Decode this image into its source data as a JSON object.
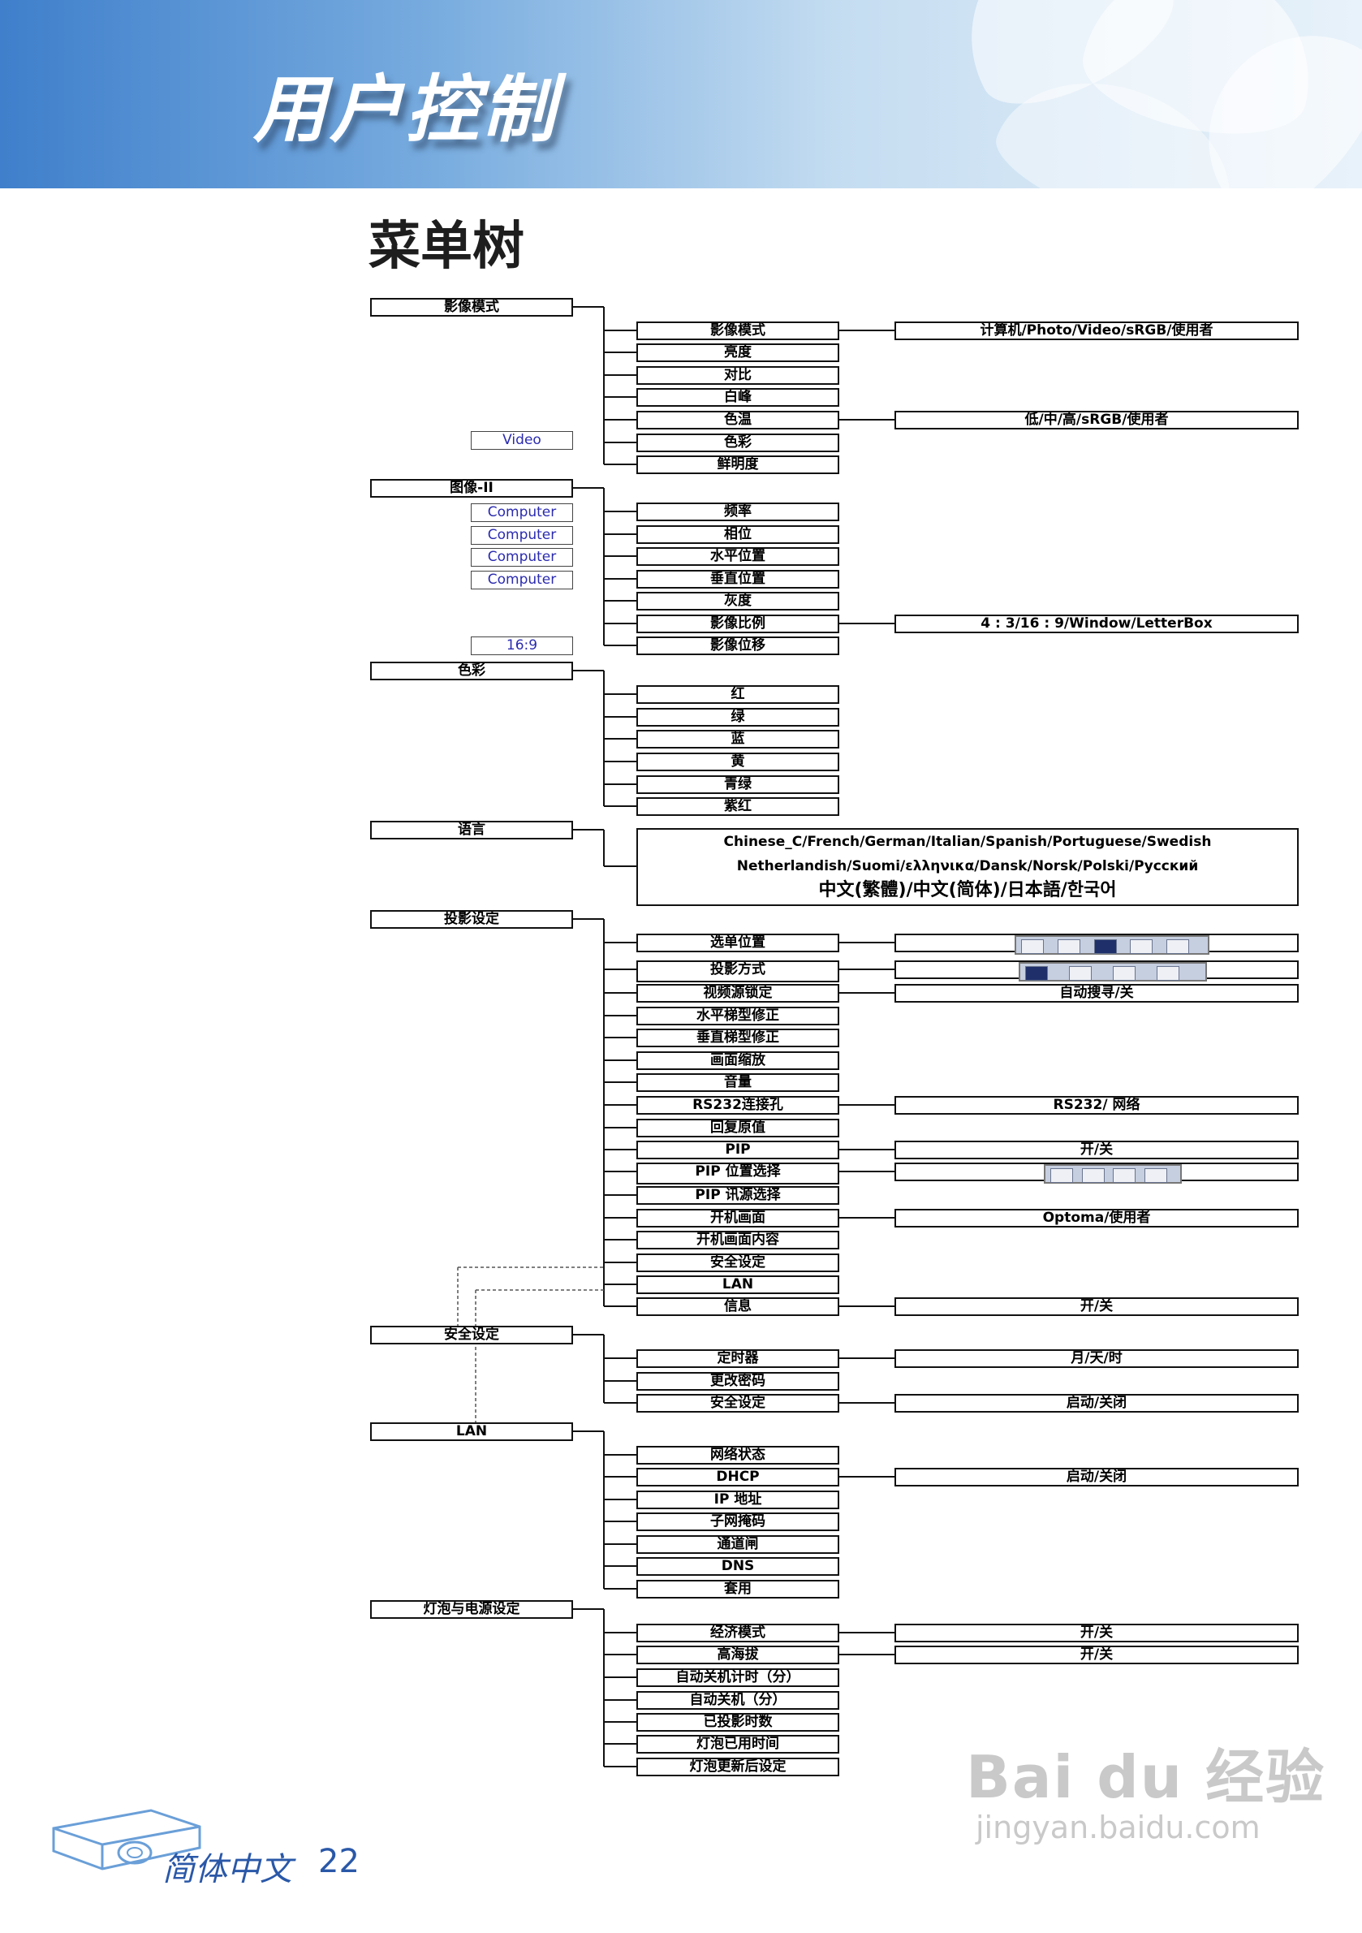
{
  "header": {
    "title": "用户控制"
  },
  "section_title": "菜单树",
  "groups": [
    {
      "label": "影像模式",
      "items": [
        "影像模式",
        "亮度",
        "对比",
        "白峰",
        "色温",
        "色彩",
        "鲜明度"
      ],
      "values": {
        "影像模式": "计算机/Photo/Video/sRGB/使用者",
        "色温": "低/中/高/sRGB/使用者"
      }
    },
    {
      "label": "图像-II",
      "items": [
        "频率",
        "相位",
        "水平位置",
        "垂直位置",
        "灰度",
        "影像比例",
        "影像位移"
      ],
      "values": {
        "影像比例": "4 : 3/16 : 9/Window/LetterBox"
      }
    },
    {
      "label": "色彩",
      "items": [
        "红",
        "绿",
        "蓝",
        "黄",
        "青绿",
        "紫红"
      ]
    },
    {
      "label": "语言"
    },
    {
      "label": "投影设定",
      "items": [
        "选单位置",
        "投影方式",
        "视频源锁定",
        "水平梯型修正",
        "垂直梯型修正",
        "画面缩放",
        "音量",
        "RS232连接孔",
        "回复原值",
        "PIP",
        "PIP 位置选择",
        "PIP 讯源选择",
        "开机画面",
        "开机画面内容",
        "安全设定",
        "LAN",
        "信息"
      ],
      "values": {
        "视频源锁定": "自动搜寻/关",
        "RS232连接孔": "RS232/ 网络",
        "PIP": "开/关",
        "开机画面": "Optoma/使用者",
        "信息": "开/关"
      }
    },
    {
      "label": "安全设定",
      "items": [
        "定时器",
        "更改密码",
        "安全设定"
      ],
      "values": {
        "定时器": "月/天/时",
        "安全设定": "启动/关闭"
      }
    },
    {
      "label": "LAN",
      "items": [
        "网络状态",
        "DHCP",
        "IP 地址",
        "子网掩码",
        "通道闸",
        "DNS",
        "套用"
      ],
      "values": {
        "DHCP": "启动/关闭"
      }
    },
    {
      "label": "灯泡与电源设定",
      "items": [
        "经济模式",
        "高海拔",
        "自动关机计时（分）",
        "自动关机（分）",
        "已投影时数",
        "灯泡已用时间",
        "灯泡更新后设定"
      ],
      "values": {
        "经济模式": "开/关",
        "高海拔": "开/关"
      }
    }
  ],
  "source_tags": [
    "Video",
    "Computer",
    "Computer",
    "Computer",
    "Computer",
    "16:9"
  ],
  "language_options": [
    "Chinese_C/French/German/Italian/Spanish/Portuguese/Swedish",
    "Netherlandish/Suomi/ελληνικα/Dansk/Norsk/Polski/Русский",
    "中文(繁體)/中文(简体)/日本語/한국어"
  ],
  "footer": {
    "language": "简体中文",
    "page_number": "22"
  },
  "watermark": {
    "brand": "Bai du 经验",
    "url": "jingyan.baidu.com"
  },
  "colors": {
    "header_blue": "#3f7fcb",
    "source_tag_text": "#2b2bb0",
    "footer_text": "#2a58a8"
  }
}
